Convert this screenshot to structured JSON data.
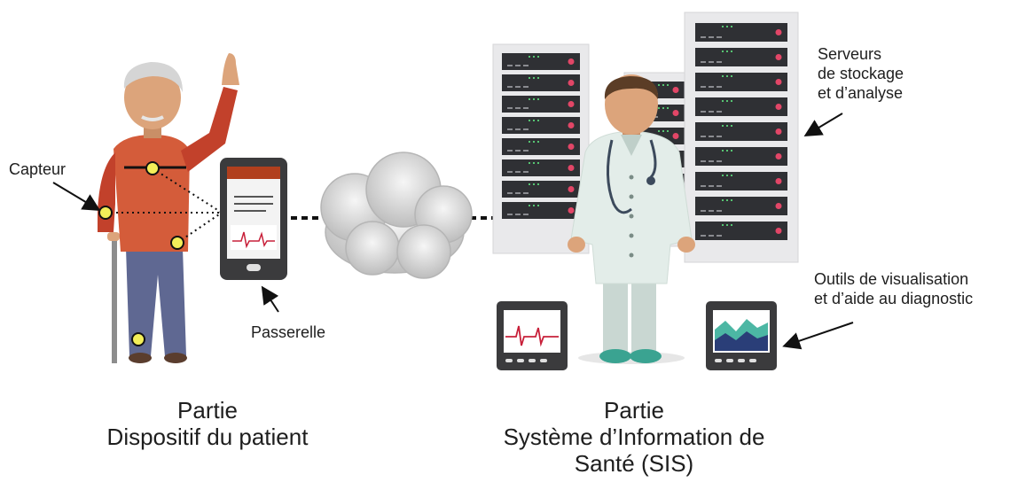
{
  "labels": {
    "sensor": "Capteur",
    "gateway": "Passerelle",
    "servers": [
      "Serveurs",
      "de stockage",
      "et d’analyse"
    ],
    "tools": [
      "Outils de visualisation",
      "et d’aide au diagnostic"
    ]
  },
  "captions": {
    "patient_side": [
      "Partie",
      "Dispositif du patient"
    ],
    "sis_side": [
      "Partie",
      "Système d’Information de",
      "Santé (SIS)"
    ]
  },
  "colors": {
    "patient_shirt": "#d45c3a",
    "patient_sleeve": "#c2412b",
    "patient_pants": "#5f6892",
    "skin": "#dca47b",
    "sensor_fill": "#f4ef59",
    "server_light": "#e9e9eb",
    "server_slot": "#2f3034",
    "server_led": "#e24667",
    "server_green": "#56c472",
    "phone_body": "#3b3b3d",
    "phone_header": "#b13f1d",
    "ecg_red": "#c8203a",
    "chart_teal": "#4cb7a4",
    "chart_navy": "#2a3e78",
    "doctor_coat": "#e3ede9",
    "cloud": "#d9d9d9"
  }
}
